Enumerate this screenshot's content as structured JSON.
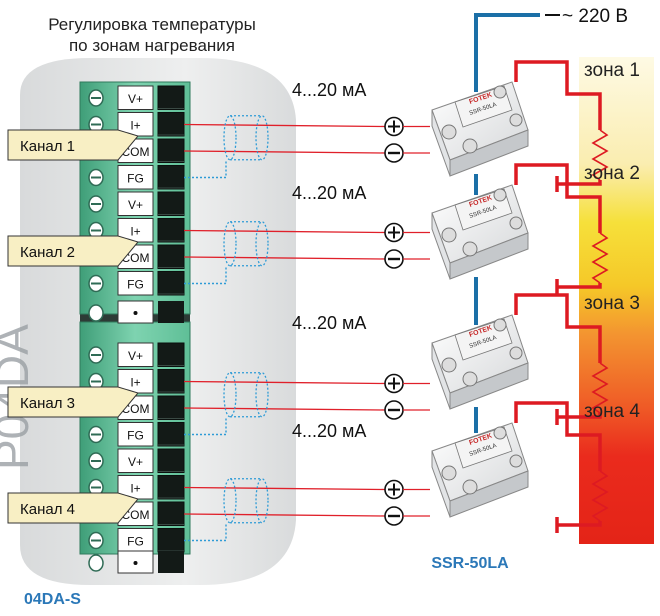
{
  "title_line1": "Регулировка температуры",
  "title_line2": "по зонам нагревания",
  "power": "~ 220 В",
  "module_name": "04DA-S",
  "module_watermark": "P04DA",
  "relay_caption": "SSR-50LA",
  "relay_brand": "FOTEK",
  "relay_model": "SSR-50LA",
  "terminal_labels": [
    "V+",
    "I+",
    "COM",
    "FG"
  ],
  "channels": [
    {
      "label": "Канал 1",
      "signal": "4...20 мА",
      "zone": "зона 1",
      "zone_color": "#fbf1cc"
    },
    {
      "label": "Канал 2",
      "signal": "4...20 мА",
      "zone": "зона 2",
      "zone_color": "#f6e03a"
    },
    {
      "label": "Канал 3",
      "signal": "4...20 мА",
      "zone": "зона 3",
      "zone_color": "#f39430"
    },
    {
      "label": "Канал 4",
      "signal": "4...20 мА",
      "zone": "зона 4",
      "zone_color": "#ea2b1d"
    }
  ],
  "colors": {
    "wire_red": "#e0202a",
    "heater_red": "#dd1a22",
    "mains_blue": "#1b6fa7",
    "terminal_green": "#5fbf97",
    "caption_blue": "#2b78b8"
  }
}
